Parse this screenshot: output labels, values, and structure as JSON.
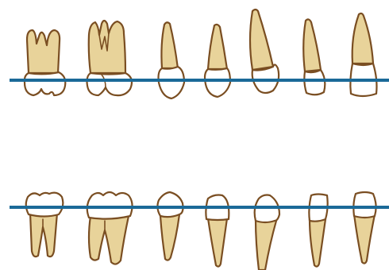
{
  "diagram": {
    "colors": {
      "background": "#ffffff",
      "root_fill": "#e8d39a",
      "root_shade": "#d4b56f",
      "outline": "#7a4e22",
      "crown_fill": "#ffffff",
      "gumline": "#1b6a98"
    },
    "arches": [
      {
        "id": "upper",
        "orientation": "root-up",
        "teeth": [
          "molar-2",
          "molar-1",
          "premolar-2",
          "premolar-1",
          "canine",
          "lateral-incisor",
          "central-incisor"
        ]
      },
      {
        "id": "lower",
        "orientation": "root-down",
        "teeth": [
          "molar-2",
          "molar-1",
          "premolar-2",
          "premolar-1",
          "canine",
          "lateral-incisor",
          "central-incisor"
        ]
      }
    ]
  }
}
